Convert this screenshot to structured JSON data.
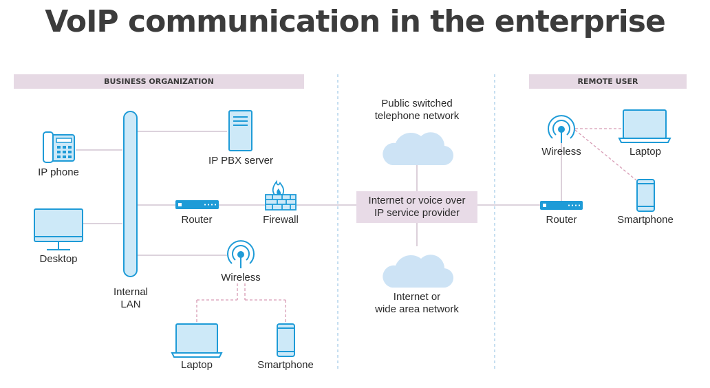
{
  "title": "VoIP communication in the enterprise",
  "sections": {
    "business": "BUSINESS ORGANIZATION",
    "remote": "REMOTE USER"
  },
  "nodes": {
    "ip_phone": "IP phone",
    "desktop": "Desktop",
    "internal_lan": [
      "Internal",
      "LAN"
    ],
    "ip_pbx": "IP PBX server",
    "router_business": "Router",
    "firewall": "Firewall",
    "wireless_business": "Wireless",
    "laptop_business": "Laptop",
    "smartphone_business": "Smartphone",
    "pstn": [
      "Public switched",
      "telephone network"
    ],
    "provider": [
      "Internet or voice over",
      "IP service provider"
    ],
    "wan": [
      "Internet or",
      "wide area network"
    ],
    "wireless_remote": "Wireless",
    "laptop_remote": "Laptop",
    "router_remote": "Router",
    "smartphone_remote": "Smartphone"
  },
  "colors": {
    "icon_stroke": "#1e9bd7",
    "icon_fill": "#cde9f8",
    "cloud_fill": "#cde3f5",
    "connector": "#c8b7c6",
    "dashed_connector": "#d79bb4",
    "divider": "#9fc9e6",
    "band": "#e6d9e4"
  }
}
